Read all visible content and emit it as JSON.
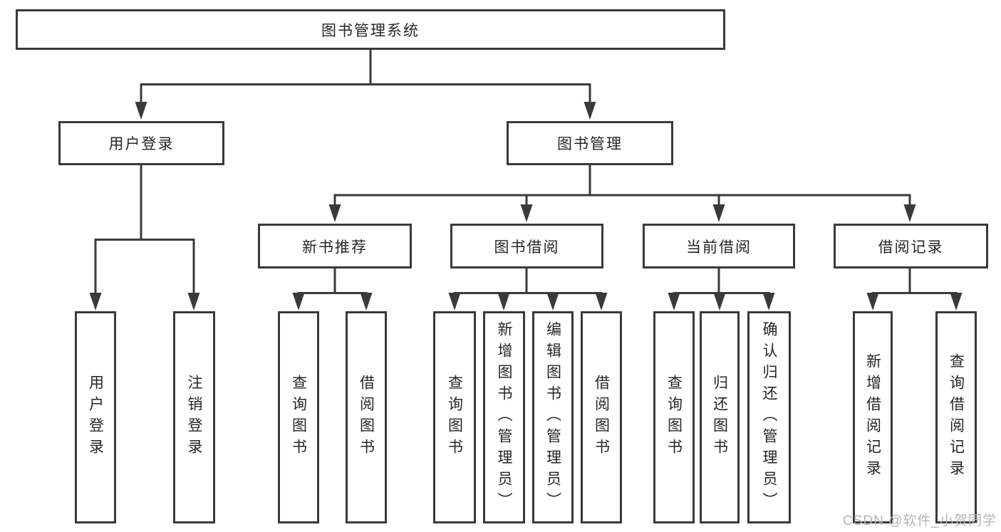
{
  "tree": {
    "label": "图书管理系统",
    "children": [
      {
        "label": "用户登录",
        "children": [
          {
            "label": "用户登录"
          },
          {
            "label": "注销登录"
          }
        ]
      },
      {
        "label": "图书管理",
        "children": [
          {
            "label": "新书推荐",
            "children": [
              {
                "label": "查询图书"
              },
              {
                "label": "借阅图书"
              }
            ]
          },
          {
            "label": "图书借阅",
            "children": [
              {
                "label": "查询图书"
              },
              {
                "label": "新增图书（管理员）"
              },
              {
                "label": "编辑图书（管理员）"
              },
              {
                "label": "借阅图书"
              }
            ]
          },
          {
            "label": "当前借阅",
            "children": [
              {
                "label": "查询图书"
              },
              {
                "label": "归还图书"
              },
              {
                "label": "确认归还（管理员）"
              }
            ]
          },
          {
            "label": "借阅记录",
            "children": [
              {
                "label": "新增借阅记录"
              },
              {
                "label": "查询借阅记录"
              }
            ]
          }
        ]
      }
    ]
  },
  "watermark": {
    "text": "CSDN @软件_小贺同学"
  },
  "colors": {
    "line": "#3a3a3a",
    "text": "#262626",
    "watermark_text": "#b5b5b5",
    "background": "#ffffff"
  }
}
